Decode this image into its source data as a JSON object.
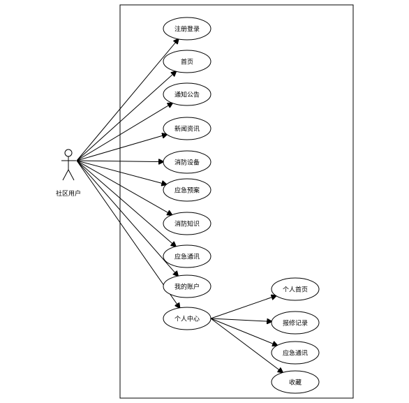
{
  "actor": {
    "label": "社区用户"
  },
  "use_cases": [
    {
      "id": "register-login",
      "label": "注册登录"
    },
    {
      "id": "home",
      "label": "首页"
    },
    {
      "id": "notice",
      "label": "通知公告"
    },
    {
      "id": "news",
      "label": "新闻资讯"
    },
    {
      "id": "fire-equipment",
      "label": "消防设备"
    },
    {
      "id": "emergency-plan",
      "label": "应急预案"
    },
    {
      "id": "fire-knowledge",
      "label": "消防知识"
    },
    {
      "id": "emergency-news",
      "label": "应急通讯"
    },
    {
      "id": "my-account",
      "label": "我的账户"
    },
    {
      "id": "personal-center",
      "label": "个人中心"
    }
  ],
  "sub_use_cases": [
    {
      "id": "personal-home",
      "label": "个人首页"
    },
    {
      "id": "repair-records",
      "label": "报修记录"
    },
    {
      "id": "emergency-news-2",
      "label": "应急通讯"
    },
    {
      "id": "favorites",
      "label": "收藏"
    }
  ]
}
